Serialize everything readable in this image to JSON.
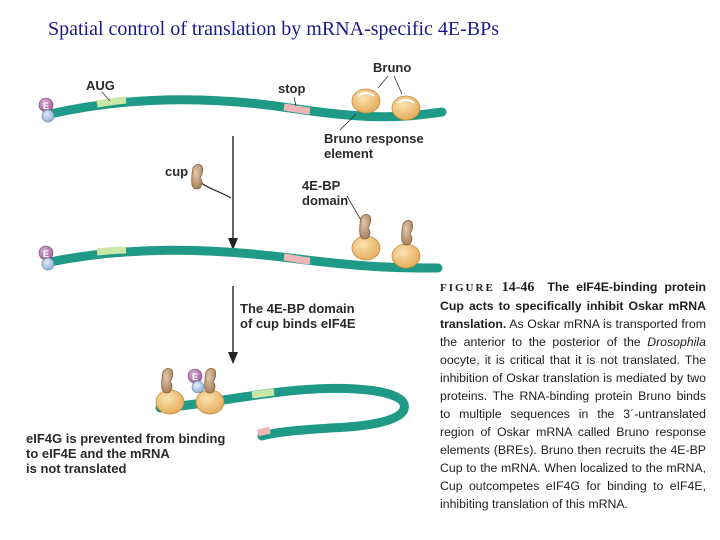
{
  "title": "Spatial control of translation by mRNA-specific 4E-BPs",
  "labels": {
    "aug": "AUG",
    "stop": "stop",
    "bruno": "Bruno",
    "bruno_response_element": [
      "Bruno response",
      "element"
    ],
    "cup": "cup",
    "fourebp_domain": [
      "4E-BP",
      "domain"
    ],
    "cup_binds": [
      "The 4E-BP domain",
      "of cup binds eIF4E"
    ],
    "eif4g_prevented": [
      "eIF4G is prevented from binding",
      "to eIF4E and the mRNA",
      "is not translated"
    ],
    "cap_e": "E"
  },
  "caption": {
    "figure_word": "FIGURE",
    "figure_number": "14-46",
    "figure_title": "The eIF4E-binding protein Cup acts to specifically inhibit Oskar mRNA translation.",
    "text_1": " As Oskar mRNA is transported from the anterior to the posterior of the ",
    "italic_1": "Drosophila",
    "text_2": " oocyte, it is critical that it is not translated. The inhibition of Oskar translation is mediated by two proteins. The RNA-binding protein Bruno binds to multiple sequences in the 3´-untranslated region of Oskar mRNA called Bruno response elements (BREs). Bruno then recruits the 4E-BP Cup to the mRNA. When localized to the mRNA, Cup outcompetes eIF4G for binding to eIF4E, inhibiting translation of this mRNA."
  },
  "colors": {
    "mrna": "#1f9a86",
    "aug_segment": "#c9e7a6",
    "stop_segment": "#f2b6b6",
    "bruno": "#f0c47a",
    "cup": "#c8a27c",
    "eif4e": "#b57bb0",
    "cap": "#b7cde8",
    "arrow": "#222222",
    "title": "#1a1a8c"
  }
}
